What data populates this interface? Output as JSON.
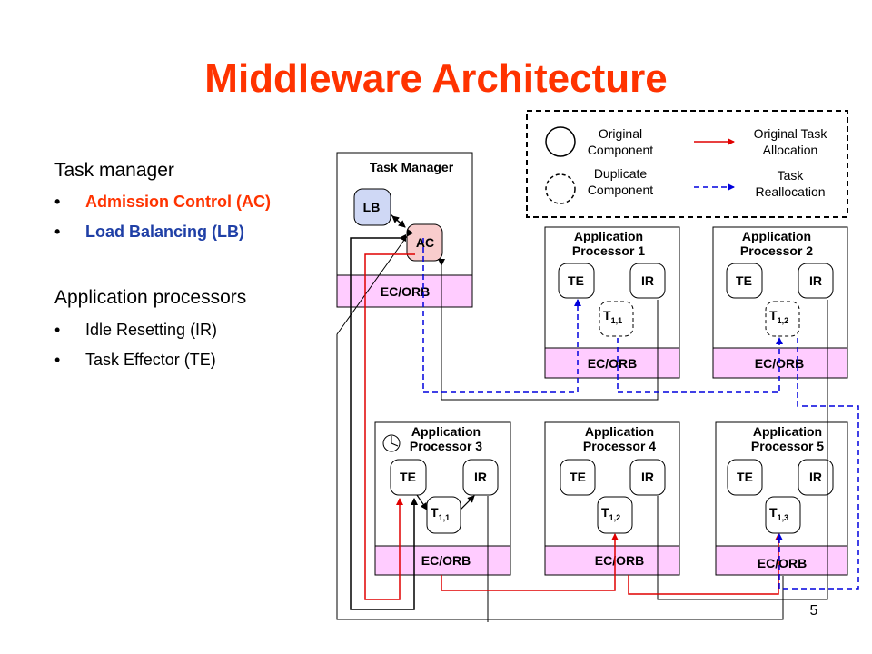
{
  "slide": {
    "title": "Middleware Architecture",
    "title_color": "#ff3300",
    "page_number": "5"
  },
  "left": {
    "section1": "Task manager",
    "items1": [
      {
        "label": "Admission Control (AC)",
        "color": "#ff3300"
      },
      {
        "label": "Load Balancing (LB)",
        "color": "#1f3fa6"
      }
    ],
    "section2": "Application processors",
    "items2": [
      {
        "label": "Idle Resetting (IR)"
      },
      {
        "label": "Task Effector (TE)"
      }
    ]
  },
  "legend": {
    "original_component_l1": "Original",
    "original_component_l2": "Component",
    "duplicate_component_l1": "Duplicate",
    "duplicate_component_l2": "Component",
    "original_alloc_l1": "Original Task",
    "original_alloc_l2": "Allocation",
    "reallocation_l1": "Task",
    "reallocation_l2": "Reallocation"
  },
  "task_manager": {
    "title": "Task Manager",
    "lb": "LB",
    "ac": "AC",
    "bus": "EC/ORB"
  },
  "processors": {
    "p1": {
      "l1": "Application",
      "l2": "Processor 1",
      "te": "TE",
      "ir": "IR",
      "task": "T",
      "sub": "1,1",
      "bus": "EC/ORB"
    },
    "p2": {
      "l1": "Application",
      "l2": "Processor 2",
      "te": "TE",
      "ir": "IR",
      "task": "T",
      "sub": "1,2",
      "bus": "EC/ORB"
    },
    "p3": {
      "l1": "Application",
      "l2": "Processor 3",
      "te": "TE",
      "ir": "IR",
      "task": "T",
      "sub": "1,1",
      "bus": "EC/ORB"
    },
    "p4": {
      "l1": "Application",
      "l2": "Processor 4",
      "te": "TE",
      "ir": "IR",
      "task": "T",
      "sub": "1,2",
      "bus": "EC/ORB"
    },
    "p5": {
      "l1": "Application",
      "l2": "Processor 5",
      "te": "TE",
      "ir": "IR",
      "task": "T",
      "sub": "1,3",
      "bus": "EC/ORB"
    }
  },
  "colors": {
    "bus_fill": "#ffccff",
    "lb_fill": "#cfd8f5",
    "ac_fill": "#f8cccc",
    "allocation_arrow": "#e00000",
    "reallocation_arrow": "#0000dd"
  }
}
